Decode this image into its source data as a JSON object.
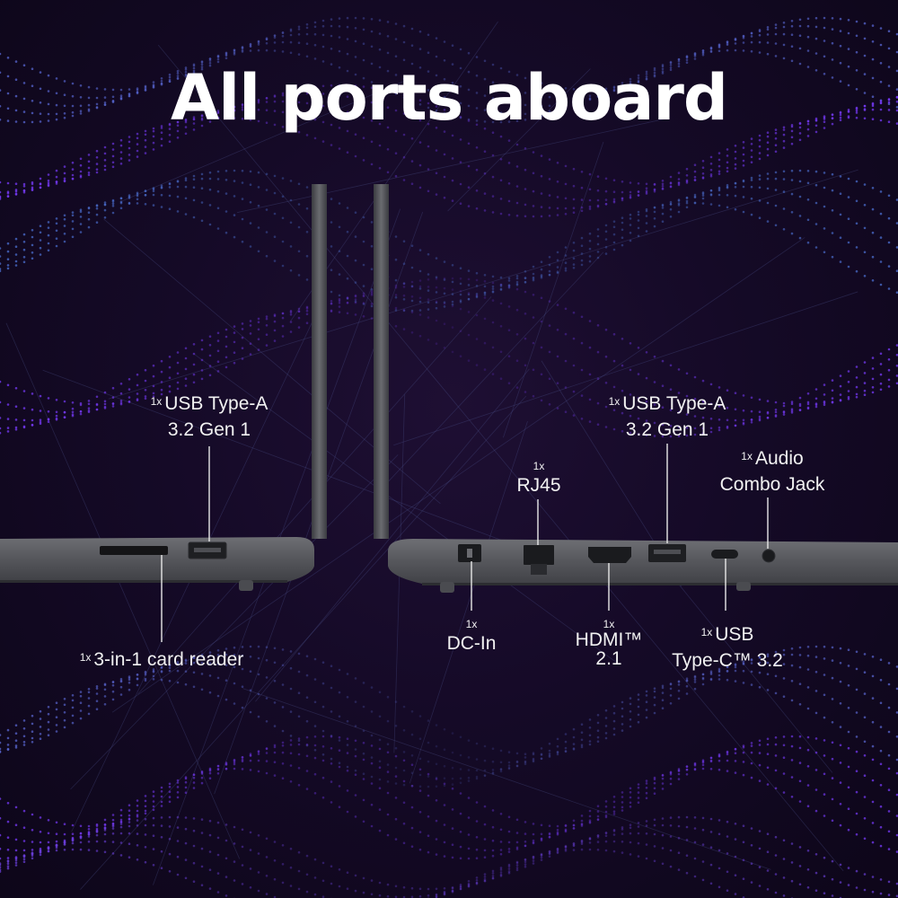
{
  "title": "All ports aboard",
  "ports": {
    "left_usb_a": {
      "qty": "1x",
      "line1": "USB Type-A",
      "line2": "3.2 Gen 1"
    },
    "card_reader": {
      "qty": "1x",
      "line1": "3-in-1 card reader"
    },
    "rj45": {
      "qty": "1x",
      "line1": "RJ45"
    },
    "right_usb_a": {
      "qty": "1x",
      "line1": "USB Type-A",
      "line2": "3.2 Gen 1"
    },
    "audio": {
      "qty": "1x",
      "line1": "Audio",
      "line2": "Combo Jack"
    },
    "dc_in": {
      "qty": "1x",
      "line1": "DC-In"
    },
    "hdmi": {
      "qty": "1x",
      "line1": "HDMI™",
      "line2": "2.1"
    },
    "usb_c": {
      "qty": "1x",
      "line1": "USB",
      "line2": "Type-C™ 3.2"
    }
  },
  "colors": {
    "chassis": "#5c5d62",
    "chassis_dark": "#3e3f44",
    "accent_purple": "#7a3cff",
    "background": "#150a27"
  }
}
